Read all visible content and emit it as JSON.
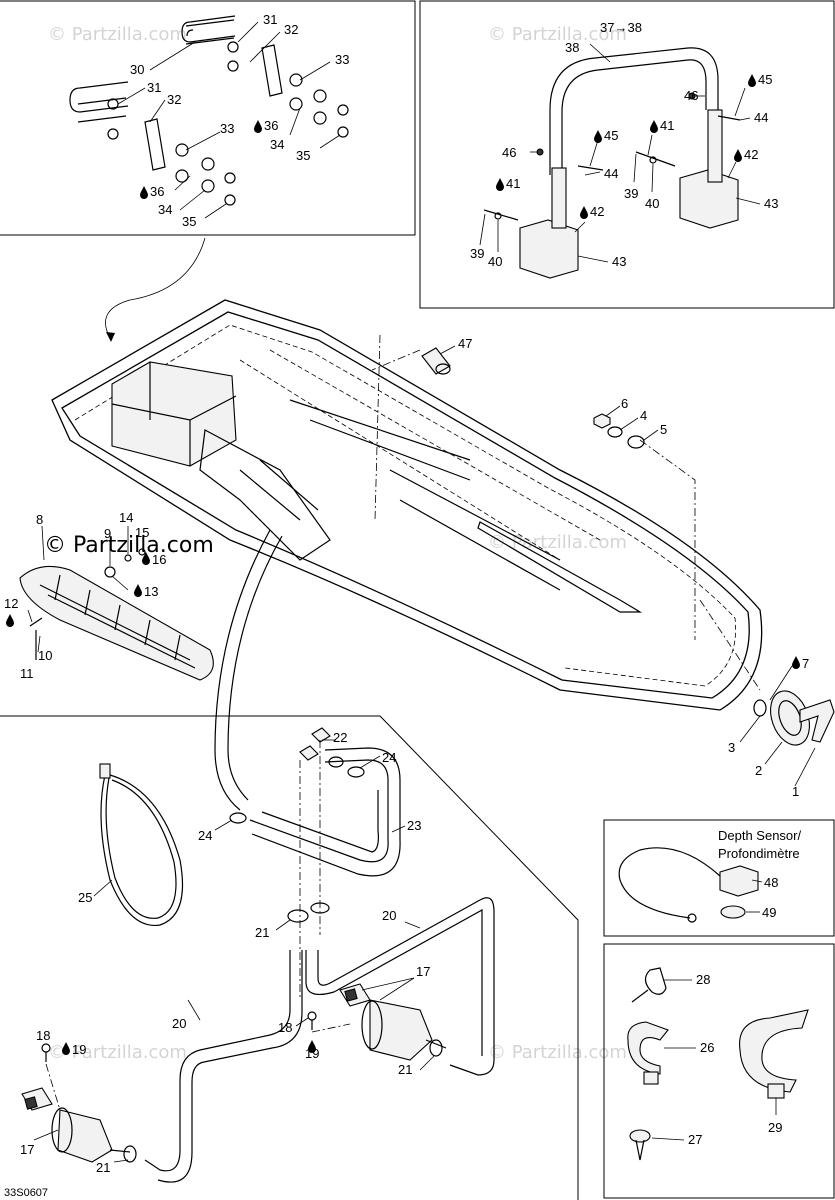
{
  "watermark": {
    "faint": "© Partzilla.com",
    "main": "© Partzilla.com"
  },
  "diagram_code": "33S0607",
  "depth_sensor": {
    "title_en": "Depth Sensor/",
    "title_fr": "Profondimètre"
  },
  "callouts": {
    "p1": "1",
    "p2": "2",
    "p3": "3",
    "p4": "4",
    "p5": "5",
    "p6": "6",
    "p7": "7",
    "p8": "8",
    "p9": "9",
    "p10": "10",
    "p11": "11",
    "p12": "12",
    "p13": "13",
    "p14": "14",
    "p15": "15",
    "p16": "16",
    "p17": "17",
    "p18": "18",
    "p19": "19",
    "p20": "20",
    "p21": "21",
    "p22": "22",
    "p23": "23",
    "p24": "24",
    "p25": "25",
    "p26": "26",
    "p27": "27",
    "p28": "28",
    "p29": "29",
    "p30": "30",
    "p31": "31",
    "p32": "32",
    "p33": "33",
    "p34": "34",
    "p35": "35",
    "p36": "36",
    "p37_38": "37→38",
    "p38": "38",
    "p39": "39",
    "p40": "40",
    "p41": "41",
    "p42": "42",
    "p43": "43",
    "p44": "44",
    "p45": "45",
    "p46": "46",
    "p47": "47",
    "p48": "48",
    "p49": "49"
  }
}
